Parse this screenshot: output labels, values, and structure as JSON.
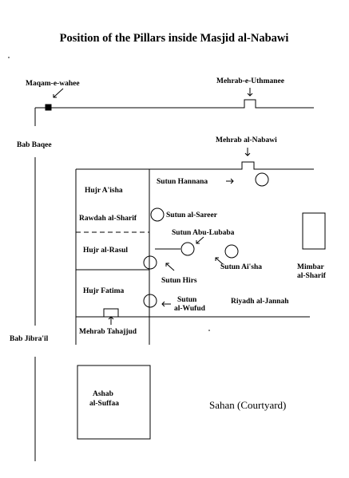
{
  "title": "Position of the Pillars inside Masjid al-Nabawi",
  "labels": {
    "maqam": "Maqam-e-wahee",
    "mehrab_uthmanee": "Mehrab-e-Uthmanee",
    "bab_baqee": "Bab Baqee",
    "mehrab_nabawi": "Mehrab al-Nabawi",
    "sutun_hannana": "Sutun Hannana",
    "hujr_aisha": "Hujr A'isha",
    "sutun_sareer": "Sutun al-Sareer",
    "rawdah": "Rawdah al-Sharif",
    "sutun_abu_lubaba": "Sutun Abu-Lubaba",
    "hujr_rasul": "Hujr al-Rasul",
    "sutun_aisha": "Sutun Ai'sha",
    "sutun_hirs": "Sutun Hirs",
    "mimbar_1": "Mimbar",
    "mimbar_2": "al-Sharif",
    "hujr_fatima": "Hujr Fatima",
    "sutun_wufud_1": "Sutun",
    "sutun_wufud_2": "al-Wufud",
    "riyadh": "Riyadh al-Jannah",
    "mehrab_tahajjud": "Mehrab Tahajjud",
    "bab_jibrail": "Bab Jibra'il",
    "ashab_1": "Ashab",
    "ashab_2": "al-Suffaa",
    "sahan": "Sahan (Courtyard)"
  },
  "colors": {
    "line": "#000000",
    "background": "#ffffff"
  }
}
